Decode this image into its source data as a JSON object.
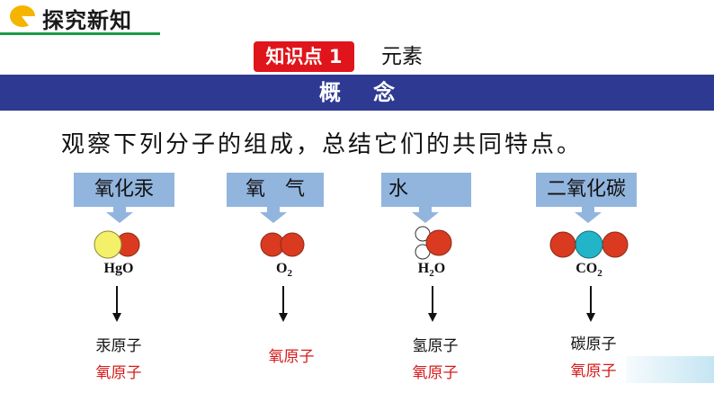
{
  "header": {
    "title": "探究新知"
  },
  "knowledge_point": {
    "badge": "知识点 1",
    "title": "元素"
  },
  "concept_bar": {
    "label": "概 念"
  },
  "prompt": "观察下列分子的组成，总结它们的共同特点。",
  "columns": [
    {
      "name": "氧化汞",
      "formula_main": "HgO",
      "formula_sub": "",
      "atoms": [
        "汞原子",
        "氧原子"
      ]
    },
    {
      "name": "氧　气",
      "formula_main": "O",
      "formula_sub": "2",
      "atoms": [
        "氧原子"
      ]
    },
    {
      "name": "水",
      "formula_main": "H",
      "formula_sub": "2",
      "formula_tail": "O",
      "atoms": [
        "氢原子",
        "氧原子"
      ]
    },
    {
      "name": "二氧化碳",
      "formula_main": "CO",
      "formula_sub": "2",
      "atoms": [
        "碳原子",
        "氧原子"
      ]
    }
  ],
  "colors": {
    "accent_green": "#1a9a48",
    "badge_red": "#e0151b",
    "concept_blue": "#2e3a92",
    "box_blue": "#92b5de",
    "oxygen_red": "#d93a20",
    "mercury_yellow": "#f4f06a",
    "carbon_cyan": "#22b4c8",
    "label_red": "#d61a1a"
  }
}
